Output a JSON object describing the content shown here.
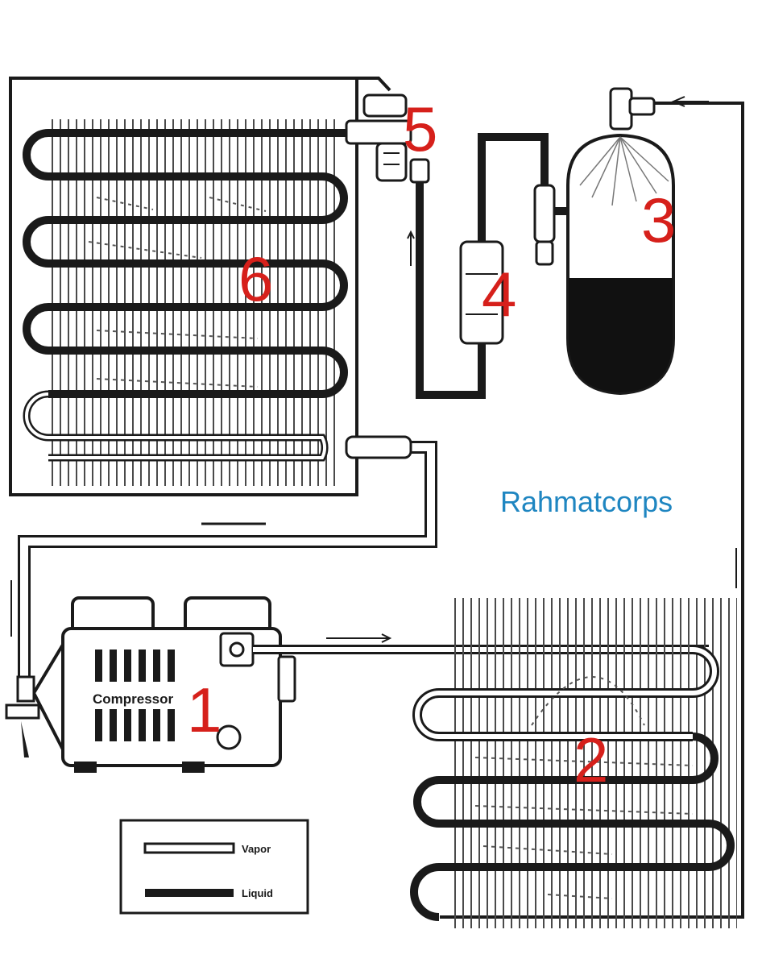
{
  "diagram": {
    "watermark": "Rahmatcorps",
    "component_label": "Compressor",
    "numbers": [
      "1",
      "2",
      "3",
      "4",
      "5",
      "6"
    ],
    "legend": {
      "vapor_label": "Vapor",
      "liquid_label": "Liquid"
    },
    "colors": {
      "number": "#d6201b",
      "watermark": "#1f86c1",
      "line": "#1a1a1a"
    }
  }
}
